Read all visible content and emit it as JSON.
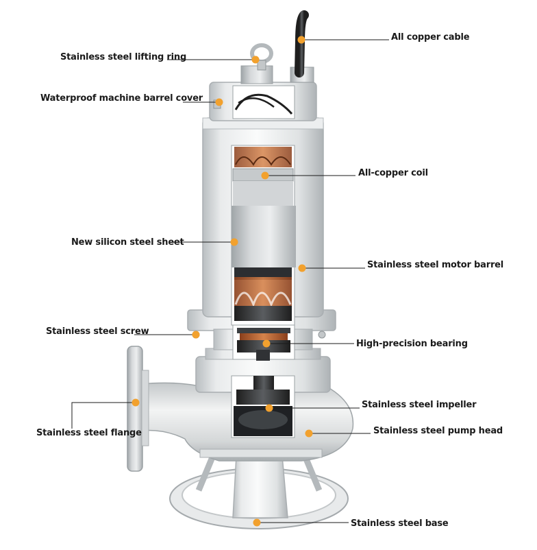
{
  "colors": {
    "dot": "#f2a12e",
    "leader": "#1a1a1a",
    "steel_light": "#f4f5f5",
    "steel_mid": "#d9dcdd",
    "steel_dark": "#a6abae",
    "copper": "#c0622f",
    "cable": "#2b2b2b"
  },
  "labels": {
    "cable": "All copper cable",
    "lifting_ring": "Stainless steel lifting ring",
    "barrel_cover": "Waterproof machine barrel cover",
    "copper_coil": "All-copper coil",
    "silicon_sheet": "New silicon steel sheet",
    "motor_barrel": "Stainless steel motor barrel",
    "screw": "Stainless steel screw",
    "bearing": "High-precision bearing",
    "impeller": "Stainless steel impeller",
    "flange": "Stainless steel flange",
    "pump_head": "Stainless steel pump head",
    "base": "Stainless steel base"
  }
}
